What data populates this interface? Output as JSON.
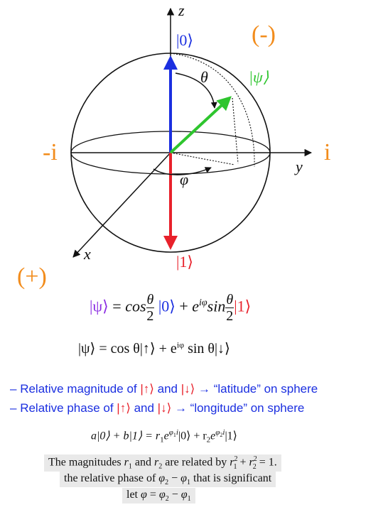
{
  "labels": {
    "z_axis": "z",
    "y_axis": "y",
    "x_axis": "x",
    "ket0": "|0⟩",
    "ket1": "|1⟩",
    "ketpsi": "|ψ⟩",
    "theta": "θ",
    "phi": "φ",
    "minus": "(-)",
    "plus": "(+)",
    "neg_i": "-i",
    "pos_i": "i"
  },
  "equation1": {
    "lhs": "|ψ⟩",
    "eq": "=",
    "cos": "cos",
    "theta_num": "θ",
    "two_den": "2",
    "ket0": "|0⟩",
    "plus": "+",
    "e": "e",
    "exponent": "iφ",
    "sin": "sin",
    "theta_num2": "θ",
    "two_den2": "2",
    "ket1": "|1⟩"
  },
  "equation2": {
    "text": "|ψ⟩ = cos θ|↑⟩ + e",
    "exponent": "iφ",
    "tail": " sin θ|↓⟩"
  },
  "bullets": [
    {
      "dash": "–",
      "part1": " Relative magnitude of ",
      "up": "|↑⟩",
      "and": " and ",
      "down": "|↓⟩",
      "part2": " → “latitude” on sphere"
    },
    {
      "dash": "–",
      "part1": " Relative phase of ",
      "up": "|↑⟩",
      "and": " and ",
      "down": "|↓⟩",
      "part2": " → “longitude” on sphere"
    }
  ],
  "equation3": {
    "lhs": "a|0⟩ + b|1⟩ = r",
    "sub1": "1",
    "e1": "e",
    "exp1": "φ",
    "exp1sub": "1",
    "exp1i": "i",
    "mid": "|0⟩ + r",
    "sub2": "2",
    "e2": "e",
    "exp2": "φ",
    "exp2sub": "2",
    "exp2i": "i",
    "rhs": "|1⟩"
  },
  "notes": {
    "line1_a": "The magnitudes ",
    "line1_r1": "r",
    "line1_r1sub": "1",
    "line1_b": " and ",
    "line1_r2": "r",
    "line1_r2sub": "2",
    "line1_c": " are related by ",
    "line1_eq": "= 1.",
    "line2_a": "the relative phase of ",
    "line2_phi2": "φ",
    "line2_phi2sub": "2",
    "line2_minus": " − ",
    "line2_phi1": "φ",
    "line2_phi1sub": "1",
    "line2_b": " that is significant",
    "line3_a": "let ",
    "line3_phi": "φ",
    "line3_eq": " = ",
    "line3_phi2": "φ",
    "line3_phi2sub": "2",
    "line3_minus": " − ",
    "line3_phi1": "φ",
    "line3_phi1sub": "1"
  },
  "colors": {
    "ket0_arrow": "#1b2fe0",
    "ket1_arrow": "#e8212b",
    "psi_arrow": "#2ec52e",
    "label_orange": "#f28c1c"
  }
}
